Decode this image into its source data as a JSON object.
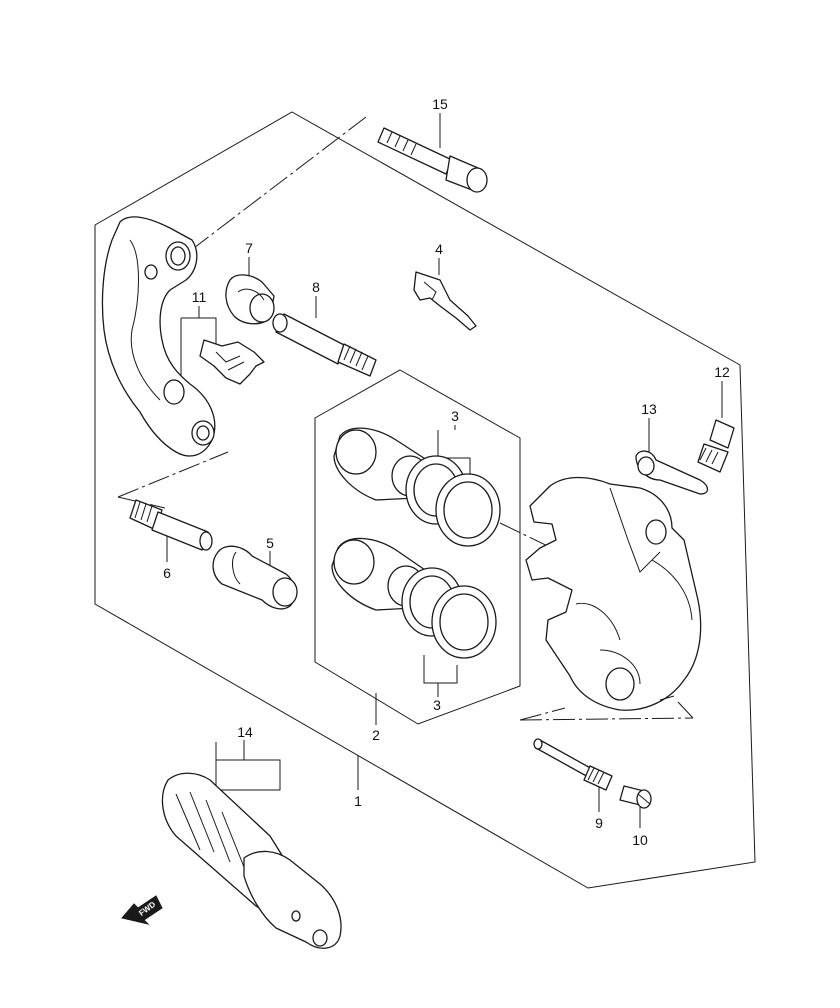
{
  "callouts": [
    {
      "id": "c1",
      "label": "1"
    },
    {
      "id": "c2",
      "label": "2"
    },
    {
      "id": "c3a",
      "label": "3"
    },
    {
      "id": "c3b",
      "label": "3"
    },
    {
      "id": "c4",
      "label": "4"
    },
    {
      "id": "c5",
      "label": "5"
    },
    {
      "id": "c6",
      "label": "6"
    },
    {
      "id": "c7",
      "label": "7"
    },
    {
      "id": "c8",
      "label": "8"
    },
    {
      "id": "c9",
      "label": "9"
    },
    {
      "id": "c10",
      "label": "10"
    },
    {
      "id": "c11",
      "label": "11"
    },
    {
      "id": "c12",
      "label": "12"
    },
    {
      "id": "c13",
      "label": "13"
    },
    {
      "id": "c14",
      "label": "14"
    },
    {
      "id": "c15",
      "label": "15"
    }
  ],
  "direction_marker": {
    "label": "FWD",
    "icon": "forward-arrow-icon"
  }
}
